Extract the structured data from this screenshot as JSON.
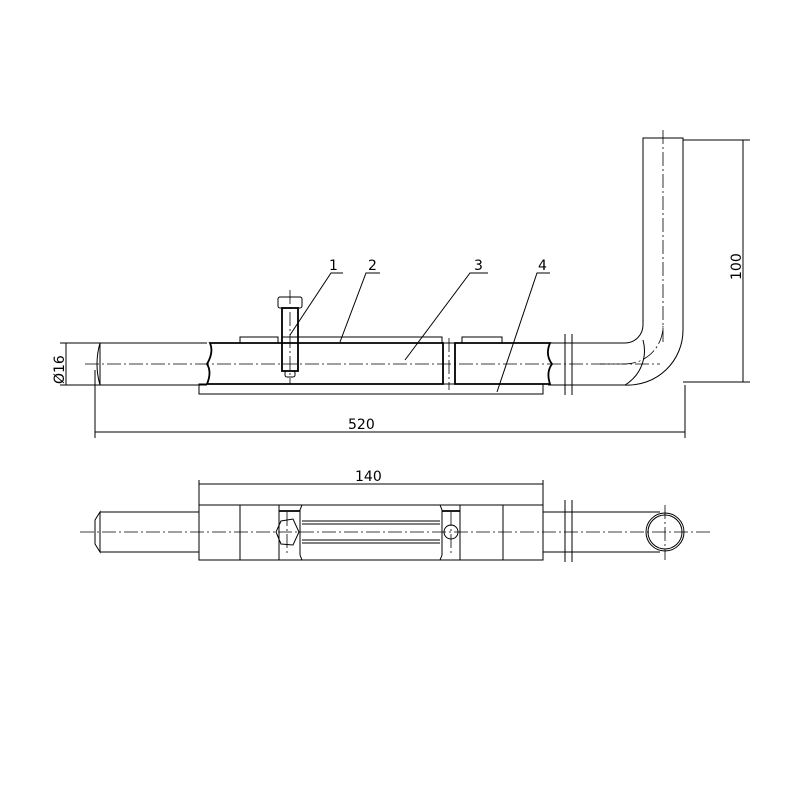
{
  "drawing": {
    "dimensions": {
      "overall_length": "520",
      "height": "100",
      "diameter": "Ø16",
      "block_length": "140"
    },
    "part_labels": [
      "1",
      "2",
      "3",
      "4"
    ],
    "colors": {
      "line": "#000000",
      "background": "#ffffff"
    }
  }
}
